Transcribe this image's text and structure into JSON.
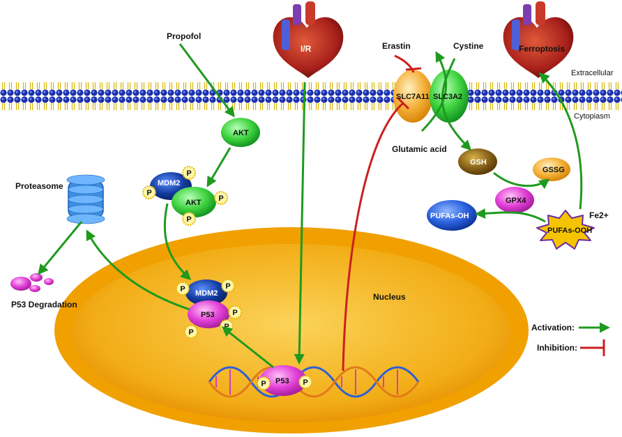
{
  "labels": {
    "propofol": "Propofol",
    "ir": "I/R",
    "erastin": "Erastin",
    "cystine": "Cystine",
    "ferroptosis": "Ferroptosis",
    "extracellular": "Extracellular",
    "cytoplasm": "Cytopiasm",
    "slc7a11": "SLC7A11",
    "slc3a2": "SLC3A2",
    "glutamic_acid": "Glutamic acid",
    "akt_top": "AKT",
    "mdm2": "MDM2",
    "akt_complex": "AKT",
    "gsh": "GSH",
    "gssg": "GSSG",
    "gpx4": "GPX4",
    "pufas_oh": "PUFAs-OH",
    "pufas_ooh": "PUFAs-OOH",
    "fe2": "Fe2+",
    "proteasome": "Proteasome",
    "p53_degradation": "P53 Degradation",
    "nucleus": "Nucleus",
    "mdm2_nuclear": "MDM2",
    "p53_nuclear": "P53",
    "p53_dna": "P53",
    "phospho": "P"
  },
  "legend": {
    "activation": "Activation:",
    "inhibition": "Inhibition:"
  },
  "colors": {
    "activation": "#1e9a1e",
    "inhibition": "#cc1f1f",
    "membrane": "#1a2fa8",
    "nucleus": "#f0a10c",
    "akt": "#3fd33f",
    "mdm2": "#123a9e",
    "p53": "#e23fd6",
    "gsh": "#7a5a12",
    "gssg": "#f2b531",
    "gpx4": "#d94bd9",
    "pufas_oh": "#1e4fd6",
    "pufas_ooh": "#f5c400",
    "slc7a11": "#f5a82a",
    "slc3a2": "#2fc54a"
  }
}
